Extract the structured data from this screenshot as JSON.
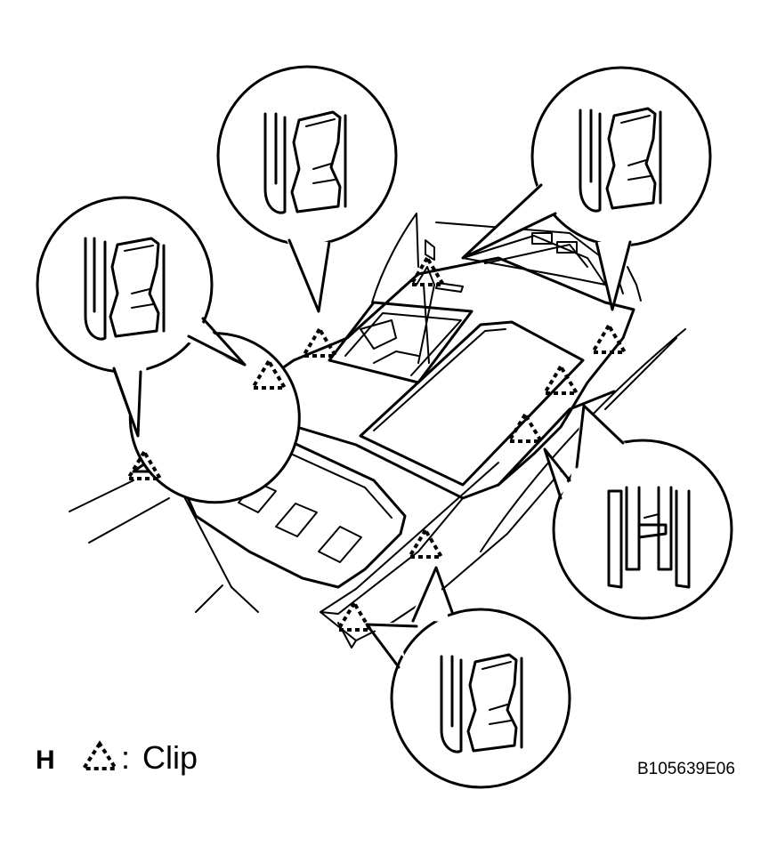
{
  "legend": {
    "letter": "H",
    "separator": ":",
    "label": "Clip"
  },
  "figure_code": "B105639E06",
  "symbols": {
    "clip_marker": "dashed-triangle-icon",
    "bubble_callout": "magnified-clip-detail"
  }
}
